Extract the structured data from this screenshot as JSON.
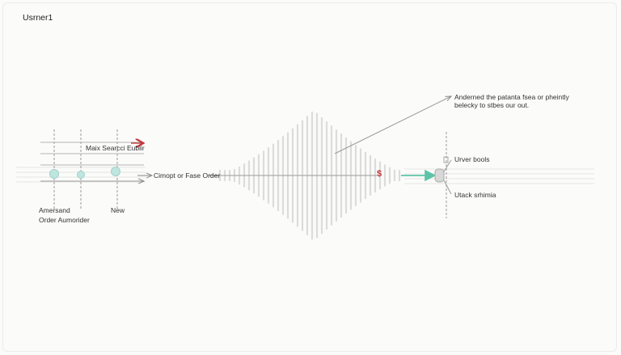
{
  "page": {
    "title": "Usrner1"
  },
  "diagram": {
    "left_cluster": {
      "top_label": "Maix Searcci Eublir",
      "left_label_line1": "Amersand",
      "left_label_line2": "Order Aumorider",
      "right_label": "New"
    },
    "middle_arrow_label": "Cimopt or Fase Order",
    "currency_marker": "$",
    "annotation": {
      "line1": "Anderned the patanta fsea or pheintly",
      "line2": "belecky to stbes our out."
    },
    "right_cluster": {
      "label_upper": "Urver bools",
      "label_lower": "Utack srhimia"
    },
    "colors": {
      "accent_red": "#c0393b",
      "accent_teal": "#5cc4a8",
      "node_teal": "#bfe5df",
      "line_gray": "#9a9a9a",
      "wave_gray": "#dcdcdc"
    }
  }
}
